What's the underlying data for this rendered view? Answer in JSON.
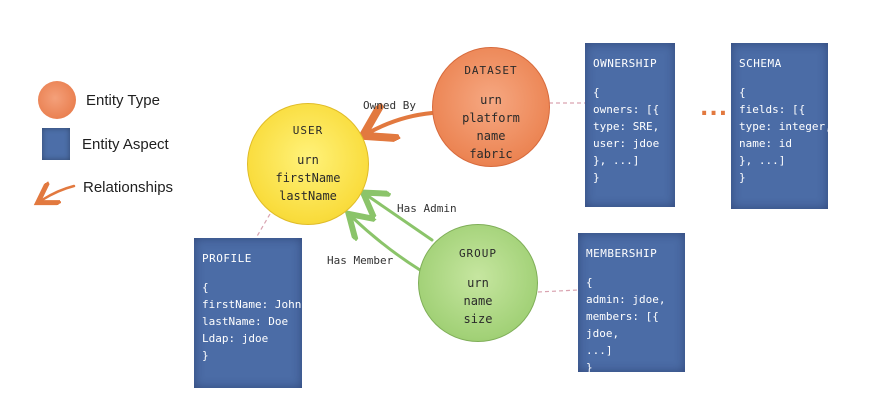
{
  "legend": {
    "entity_type": "Entity Type",
    "entity_aspect": "Entity Aspect",
    "relationships": "Relationships"
  },
  "entities": {
    "user": {
      "title": "USER",
      "fields": [
        "urn",
        "firstName",
        "lastName"
      ]
    },
    "dataset": {
      "title": "DATASET",
      "fields": [
        "urn",
        "platform",
        "name",
        "fabric"
      ]
    },
    "group": {
      "title": "GROUP",
      "fields": [
        "urn",
        "name",
        "size"
      ]
    }
  },
  "aspects": {
    "ownership": {
      "title": "OWNERSHIP",
      "lines": [
        "{",
        "owners: [{",
        "type: SRE,",
        "user: jdoe",
        "}, ...]",
        "}"
      ]
    },
    "schema": {
      "title": "SCHEMA",
      "lines": [
        "{",
        "fields: [{",
        "type: integer,",
        "name: id",
        "}, ...]",
        "}"
      ]
    },
    "profile": {
      "title": "PROFILE",
      "lines": [
        "{",
        "firstName: John",
        "lastName: Doe",
        "Ldap: jdoe",
        "}"
      ]
    },
    "membership": {
      "title": "MEMBERSHIP",
      "lines": [
        "{",
        "admin: jdoe,",
        "members: [{",
        "jdoe,",
        "...]",
        "}"
      ]
    }
  },
  "relationships": {
    "owned_by": "Owned By",
    "has_admin": "Has Admin",
    "has_member": "Has Member"
  },
  "ellipsis": "...",
  "colors": {
    "entity_orange": "#ea8152",
    "entity_yellow": "#f9dc3c",
    "entity_green": "#a2d177",
    "aspect_blue": "#4b6ca6",
    "arrow_orange": "#e2793f",
    "arrow_green": "#8bc46a",
    "connector_pink": "#d9a3b0"
  }
}
